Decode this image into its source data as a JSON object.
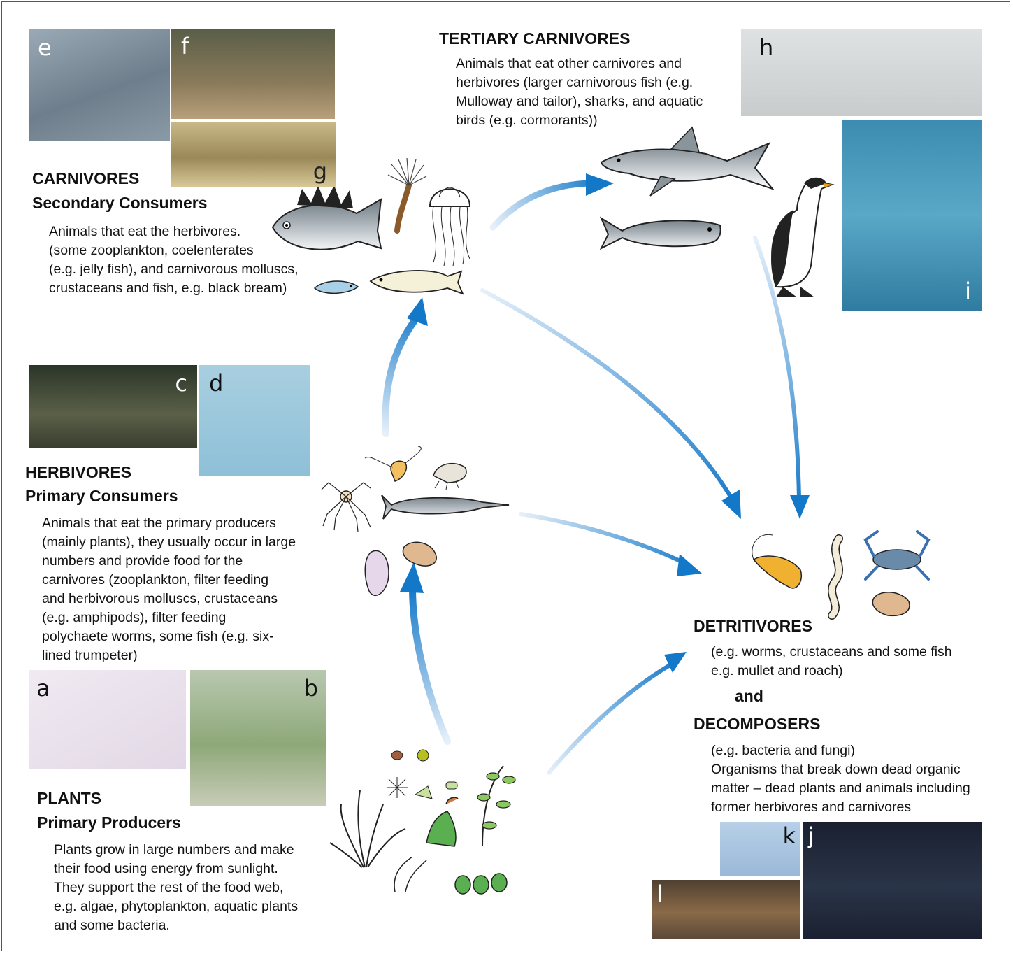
{
  "plants": {
    "title": "PLANTS",
    "subtitle": "Primary Producers",
    "lines": [
      "Plants grow in large numbers and make",
      "their food using energy from sunlight.",
      "They support the rest of the food web,",
      "e.g. algae, phytoplankton, aquatic plants",
      "and some bacteria."
    ]
  },
  "herbivores": {
    "title": "HERBIVORES",
    "subtitle": "Primary Consumers",
    "lines": [
      "Animals that eat the primary producers",
      "(mainly plants), they usually occur in large",
      "numbers and provide food for the",
      "carnivores (zooplankton, filter feeding",
      "and herbivorous molluscs, crustaceans",
      "(e.g. amphipods), filter feeding",
      "polychaete worms, some fish (e.g. six-",
      "lined trumpeter)"
    ]
  },
  "carnivores": {
    "title": "CARNIVORES",
    "subtitle": "Secondary Consumers",
    "lines": [
      "Animals that eat the herbivores.",
      "(some zooplankton, coelenterates",
      "(e.g. jelly fish), and carnivorous molluscs,",
      "crustaceans and fish, e.g. black bream)"
    ]
  },
  "tertiary": {
    "title": "TERTIARY CARNIVORES",
    "lines": [
      "Animals that eat other carnivores and",
      "herbivores (larger carnivorous fish (e.g.",
      "Mulloway and tailor), sharks, and aquatic",
      "birds (e.g. cormorants))"
    ]
  },
  "detritivores": {
    "title": "DETRITIVORES",
    "lines": [
      "(e.g. worms, crustaceans and some fish",
      "e.g. mullet and roach)"
    ],
    "and_label": "and"
  },
  "decomposers": {
    "title": "DECOMPOSERS",
    "lines": [
      "(e.g. bacteria and fungi)",
      "Organisms that break down dead organic",
      "matter – dead plants and animals including",
      "former herbivores and carnivores"
    ]
  },
  "photo_labels": {
    "a": "a",
    "b": "b",
    "c": "c",
    "d": "d",
    "e": "e",
    "f": "f",
    "g": "g",
    "h": "h",
    "i": "i",
    "j": "j",
    "k": "k",
    "l": "l"
  },
  "colors": {
    "arrow": "#1478c8",
    "arrow_light": "#d6e8f7",
    "border": "#555555"
  }
}
